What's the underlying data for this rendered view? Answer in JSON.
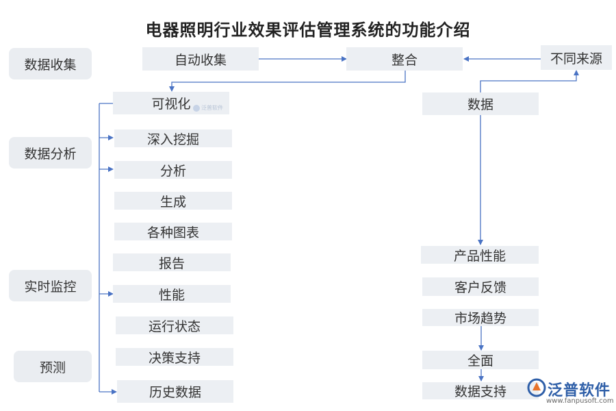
{
  "title": "电器照明行业效果评估管理系统的功能介绍",
  "categories": [
    "数据收集",
    "数据分析",
    "实时监控",
    "预测"
  ],
  "flow": {
    "auto_collect": "自动收集",
    "integrate": "整合",
    "sources": "不同来源",
    "data": "数据"
  },
  "left_items": [
    "可视化",
    "深入挖掘",
    "分析",
    "生成",
    "各种图表",
    "报告",
    "性能",
    "运行状态",
    "决策支持",
    "历史数据"
  ],
  "right_items": [
    "产品性能",
    "客户反馈",
    "市场趋势",
    "全面",
    "数据支持"
  ],
  "watermark": "泛普软件",
  "logo": {
    "name": "泛普软件",
    "url": "www.fanpusoft.com"
  },
  "colors": {
    "box_bg": "#eceff3",
    "arrow": "#4a73c4",
    "brand": "#2f5fa8"
  }
}
